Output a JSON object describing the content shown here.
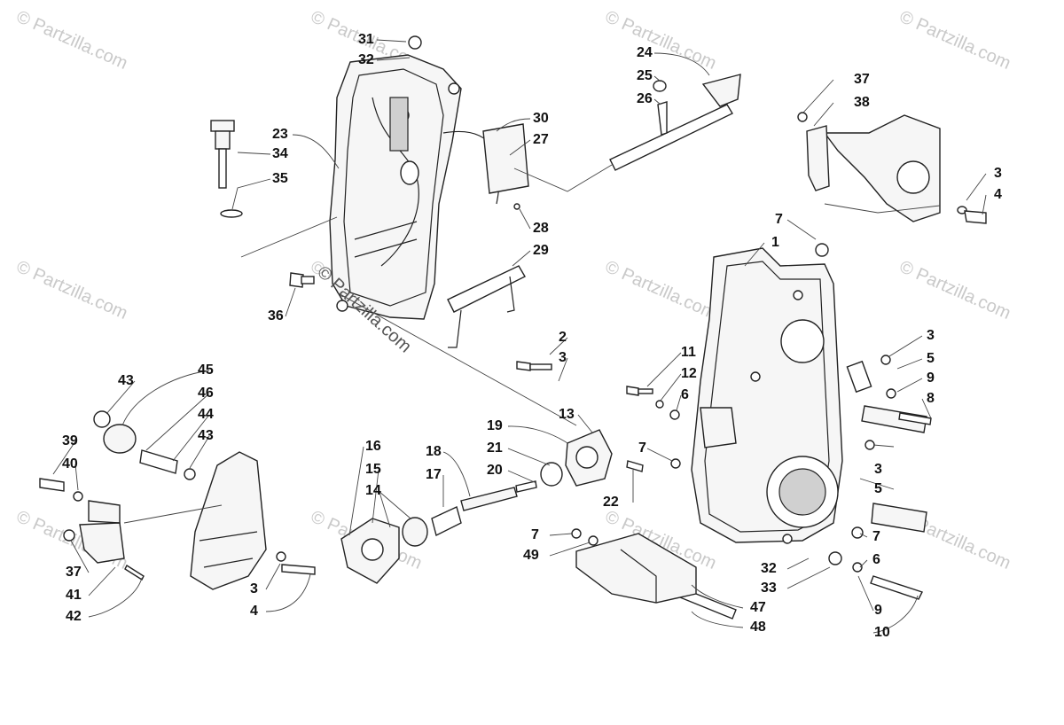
{
  "watermarks": [
    "© Partzilla.com",
    "© Partzilla.com",
    "© Partzilla.com",
    "© Partzilla.com",
    "© Partzilla.com",
    "© Partzilla.com",
    "© Partzilla.com",
    "© Partzilla.com",
    "© Partzilla.com",
    "© Partzilla.com",
    "© Partzilla.com",
    "© Partzilla.com"
  ],
  "center_watermark": "© Partzilla.com",
  "callouts": [
    "31",
    "32",
    "24",
    "25",
    "26",
    "37",
    "38",
    "30",
    "27",
    "23",
    "34",
    "35",
    "3",
    "4",
    "28",
    "29",
    "7",
    "1",
    "36",
    "2",
    "3",
    "11",
    "12",
    "6",
    "3",
    "5",
    "9",
    "8",
    "13",
    "43",
    "45",
    "46",
    "44",
    "43",
    "19",
    "21",
    "20",
    "16",
    "15",
    "14",
    "18",
    "17",
    "39",
    "40",
    "7",
    "22",
    "3",
    "5",
    "7",
    "6",
    "37",
    "41",
    "42",
    "3",
    "4",
    "7",
    "49",
    "32",
    "33",
    "47",
    "48",
    "9",
    "10"
  ]
}
